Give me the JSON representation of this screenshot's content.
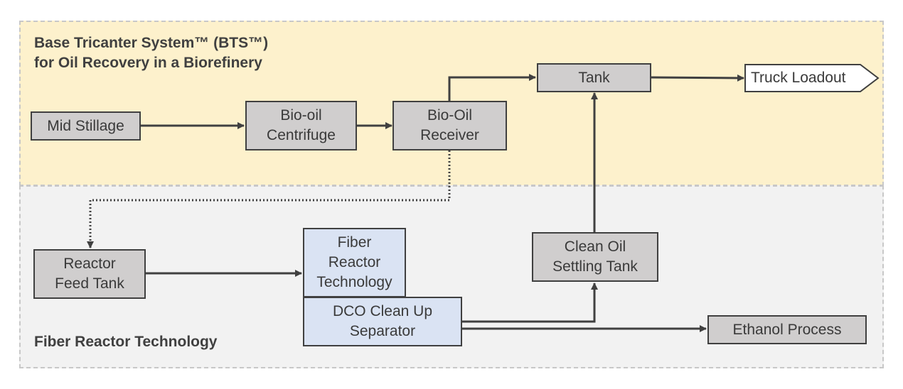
{
  "regions": {
    "top_title": "Base Tricanter System™ (BTS™)\nfor Oil Recovery  in a Biorefinery",
    "bottom_title": "Fiber Reactor  Technology"
  },
  "nodes": {
    "mid_stillage": "Mid Stillage",
    "bio_oil_centrifuge": "Bio-oil\nCentrifuge",
    "bio_oil_receiver": "Bio-Oil\nReceiver",
    "tank": "Tank",
    "truck_loadout": "Truck Loadout",
    "reactor_feed_tank": "Reactor\nFeed Tank",
    "fiber_reactor_technology": "Fiber\nReactor\nTechnology",
    "dco_clean_up_separator": "DCO Clean Up\nSeparator",
    "clean_oil_settling_tank": "Clean Oil\nSettling Tank",
    "ethanol_process": "Ethanol Process"
  },
  "colors": {
    "top_region": "#fdf1cc",
    "bottom_region": "#f2f2f2",
    "box_gray": "#d0cece",
    "box_blue": "#dae3f3",
    "line": "#404040"
  }
}
